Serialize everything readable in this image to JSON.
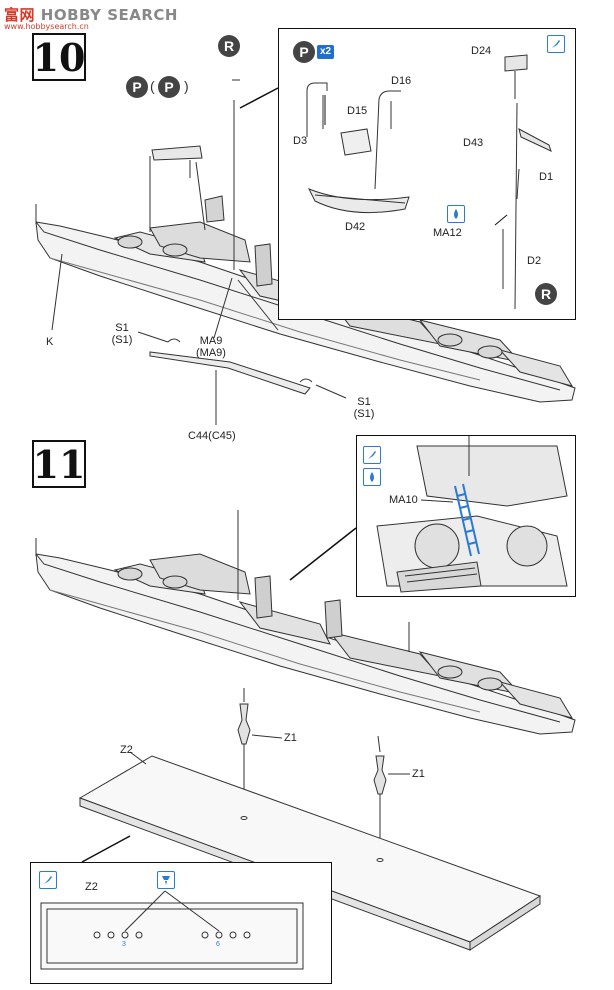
{
  "watermark": {
    "prefix": "富",
    "mid": "网",
    "brand": "HOBBY SEARCH",
    "url": "www.hobbysearch.cn"
  },
  "steps": [
    {
      "number": "10"
    },
    {
      "number": "11"
    }
  ],
  "icons": {
    "paint_brush": "paint-brush-icon",
    "paint_drop": "paint-drop-icon",
    "glue_cement": "glue-cement-icon",
    "accent_blue": "#2a7bd4",
    "circle_gray": "#444444"
  },
  "step10": {
    "markers": {
      "p1": "P",
      "p2": "P",
      "paren_open": "(",
      "paren_close": ")",
      "r_top": "R",
      "r_inset": "R",
      "p_inset": "P",
      "x2": "x2"
    },
    "labels": {
      "k": "K",
      "s1_left": "S1",
      "s1_left_alt": "(S1)",
      "ma9": "MA9",
      "ma9_alt": "(MA9)",
      "s1_right": "S1",
      "s1_right_alt": "(S1)",
      "c44": "C44(C45)"
    },
    "inset_labels": {
      "d24": "D24",
      "d16": "D16",
      "d15": "D15",
      "d3": "D3",
      "d43": "D43",
      "d1": "D1",
      "d42": "D42",
      "ma12": "MA12",
      "d2": "D2"
    }
  },
  "step11": {
    "inset_labels": {
      "ma10": "MA10"
    },
    "labels": {
      "z1_left": "Z1",
      "z1_right": "Z1",
      "z2": "Z2"
    },
    "base_inset": {
      "z2": "Z2",
      "num_3": "3",
      "num_6": "6"
    }
  }
}
